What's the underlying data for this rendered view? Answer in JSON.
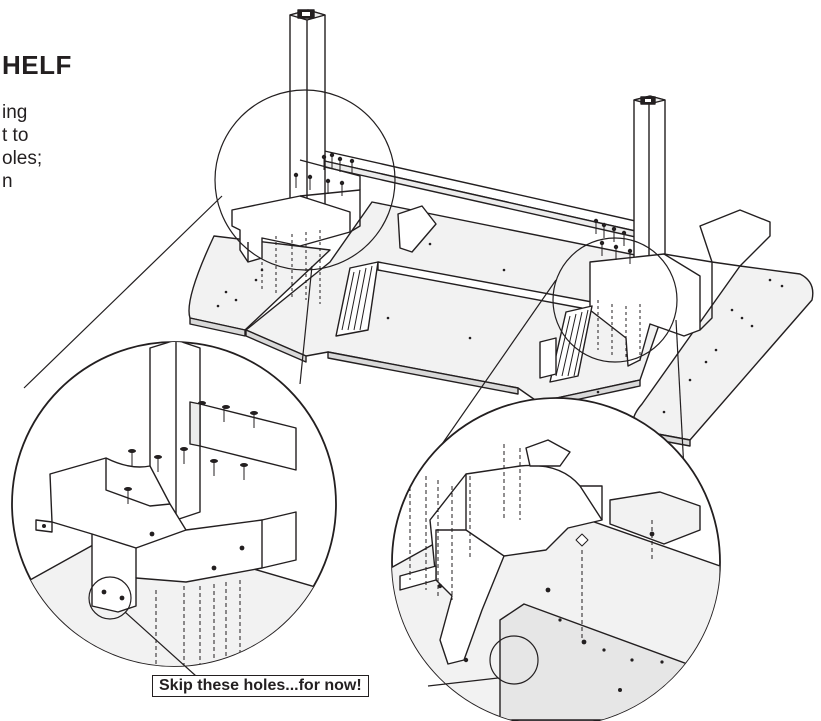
{
  "heading": "HELF",
  "instructions": [
    "ing",
    "t to",
    "oles;",
    "n"
  ],
  "callout": "Skip these holes...for now!",
  "colors": {
    "ink": "#231f20",
    "panel": "#f2f2f2",
    "background": "#ffffff"
  }
}
